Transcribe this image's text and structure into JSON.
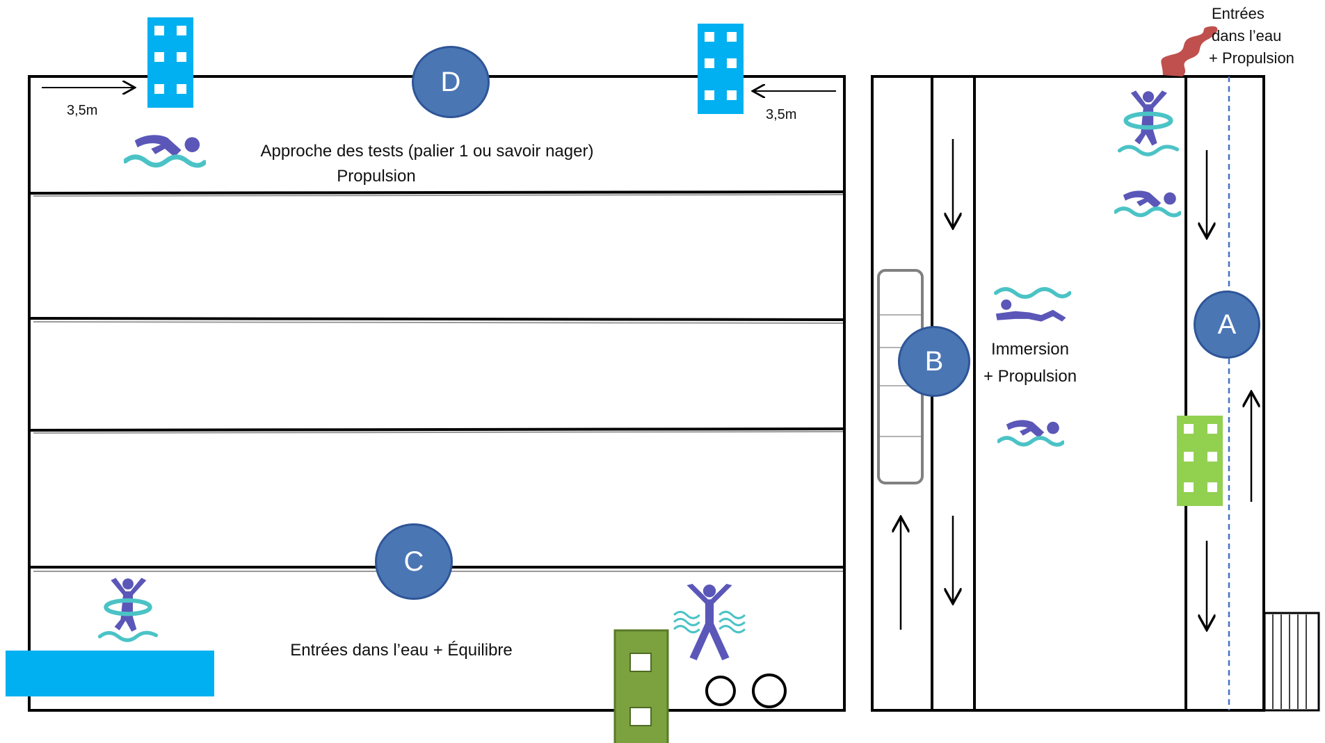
{
  "labels": {
    "zone_d_text1": "Approche des tests (palier 1 ou savoir nager)",
    "zone_d_text2": "Propulsion",
    "zone_c_text": "Entrées dans l’eau + Équilibre",
    "zone_b_text1": "Immersion",
    "zone_b_text2": "+ Propulsion",
    "corner_line1": "Entrées",
    "corner_line2": "dans l’eau",
    "corner_line3": "+ Propulsion",
    "distance_left": "3,5m",
    "distance_right": "3,5m"
  },
  "markers": {
    "a": "A",
    "b": "B",
    "c": "C",
    "d": "D"
  },
  "icons": {
    "swimmer": "swimmer-icon",
    "ring_jumper": "swim-ring-jumper-icon",
    "star_jumper": "star-jump-swimmer-icon",
    "underwater_swimmer": "underwater-swimmer-icon",
    "hoop": "hoop-icon"
  },
  "colors": {
    "marker_fill": "#4a76b4",
    "mat_blue": "#00b0f0",
    "mat_green": "#92d050",
    "mat_olive": "#7ba23f",
    "icon_purple": "#5b57b8",
    "icon_teal": "#4bc3c6",
    "slide_red": "#c0504d",
    "dashed_line": "#4472c4"
  }
}
